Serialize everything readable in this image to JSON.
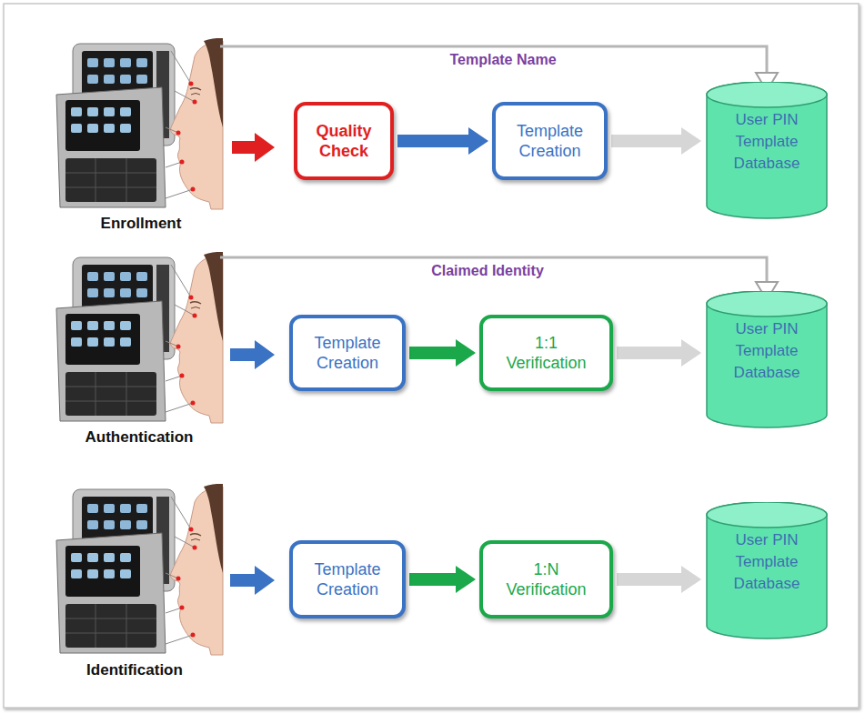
{
  "diagram": {
    "nodes": [
      {
        "text": [
          "Quality Check"
        ]
      },
      {
        "text": [
          "Template Creation"
        ]
      },
      {
        "text": [
          "User PIN Template Database"
        ]
      },
      {
        "text": [
          "Template Creation"
        ]
      },
      {
        "text": [
          "1:1 Verification"
        ]
      },
      {
        "text": [
          "User PIN Template Database"
        ]
      },
      {
        "text": [
          "Template Creation"
        ]
      },
      {
        "text": [
          "1:N Verification"
        ]
      },
      {
        "text": [
          "User PIN Template Database"
        ]
      }
    ],
    "edges": [
      {
        "from": 0,
        "to": 1,
        "arrow": "to"
      },
      {
        "from": 1,
        "to": 2,
        "arrow": "to"
      },
      {
        "from": 3,
        "to": 4,
        "arrow": "to"
      },
      {
        "from": 4,
        "to": 5,
        "arrow": "to"
      },
      {
        "from": 6,
        "to": 7,
        "arrow": "to"
      },
      {
        "from": 7,
        "to": 8,
        "arrow": "to"
      }
    ],
    "labels": [
      "Template Name",
      "Enrollment",
      "Claimed Identity",
      "Authentication",
      "Identification"
    ]
  }
}
